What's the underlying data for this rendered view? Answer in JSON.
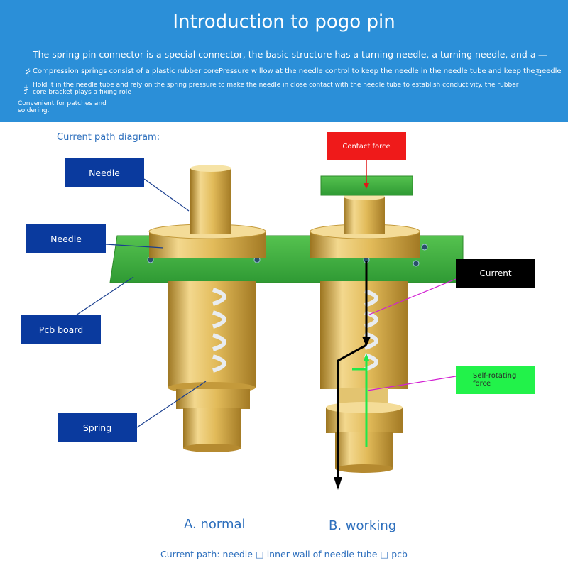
{
  "header": {
    "title": "Introduction to pogo pin",
    "intro_line1": "The spring pin connector is a special connector, the basic structure has a turning needle, a turning needle, and a",
    "intro_line2": "Compression springs consist of a plastic rubber corePressure willow at the needle control to keep the needle in the needle tube and keep the needle",
    "intro_line3": "Hold it in the needle tube and rely on the spring pressure to make the needle in close contact with the needle tube to establish conductivity. the rubber core bracket plays a fixing role",
    "intro_line4": "Convenient for patches and soldering.",
    "glyph_left_1": "彳",
    "glyph_left_2": "扌",
    "glyph_right_1": "一",
    "glyph_right_2": "ミ"
  },
  "diagram": {
    "section_label": "Current path diagram:",
    "labels": {
      "needle_top": "Needle",
      "needle_flange": "Needle",
      "pcb_board": "Pcb board",
      "spring": "Spring",
      "contact_force": "Contact force",
      "current": "Current",
      "self_rotating_force": "Self-rotating force"
    },
    "captions": {
      "normal": "A. normal",
      "working": "B. working"
    },
    "footer": "Current path: needle □ inner wall of needle tube □ pcb"
  },
  "colors": {
    "header_bg": "#2b8fd8",
    "label_blue": "#0a3a9e",
    "contact_red": "#ef1a1a",
    "current_black": "#000000",
    "rotating_green": "#22f24a",
    "pcb_green": "#3aa83a",
    "brass": "#d9b14e",
    "accent_text": "#2d6fbd"
  }
}
